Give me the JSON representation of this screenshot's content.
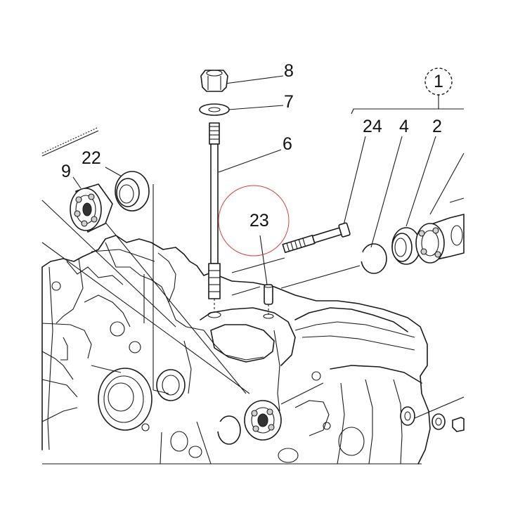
{
  "callouts": [
    {
      "id": "8",
      "text": "8"
    },
    {
      "id": "7",
      "text": "7"
    },
    {
      "id": "6",
      "text": "6"
    },
    {
      "id": "1",
      "text": "1"
    },
    {
      "id": "24",
      "text": "24"
    },
    {
      "id": "4",
      "text": "4"
    },
    {
      "id": "2",
      "text": "2"
    },
    {
      "id": "22",
      "text": "22"
    },
    {
      "id": "9",
      "text": "9"
    },
    {
      "id": "23",
      "text": "23"
    }
  ],
  "colors": {
    "line": "#1a1a1a",
    "highlight_circle": "#d04040",
    "background": "#ffffff"
  }
}
